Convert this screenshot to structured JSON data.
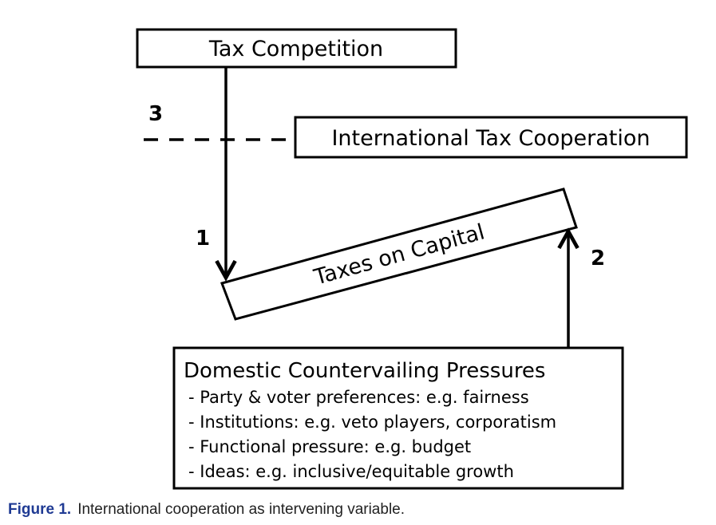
{
  "nodes": {
    "tax_competition": "Tax Competition",
    "international_cooperation": "International Tax Cooperation",
    "taxes_on_capital": "Taxes on Capital",
    "domestic": {
      "title": "Domestic Countervailing Pressures",
      "items": [
        "- Party & voter preferences: e.g. fairness",
        "- Institutions: e.g. veto players, corporatism",
        "- Functional pressure: e.g. budget",
        "- Ideas: e.g. inclusive/equitable growth"
      ]
    }
  },
  "edge_labels": {
    "one": "1",
    "two": "2",
    "three": "3"
  },
  "caption": {
    "label": "Figure 1.",
    "text": "International cooperation as intervening variable."
  }
}
